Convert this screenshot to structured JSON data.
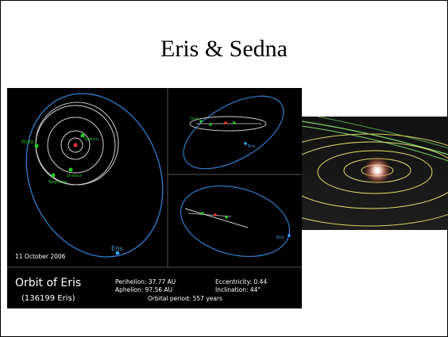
{
  "slide": {
    "title": "Eris & Sedna"
  },
  "orbit_figure": {
    "date": "11 October 2006",
    "heading": "Orbit of Eris",
    "designation": "(136199 Eris)",
    "perihelion": "Perihelion: 37.77 AU",
    "aphelion": "Aphelion: 97.56 AU",
    "eccentricity": "Eccentricity: 0.44",
    "inclination": "Inclination: 44°",
    "orbital_period": "Orbital period: 557 years",
    "planet_labels": {
      "pluto": "Pluto",
      "saturn": "Saturn",
      "uranus": "Uranus",
      "neptune": "Neptune",
      "eris": "Eris"
    },
    "colors": {
      "background": "#000000",
      "orbit_eris": "#2f7fd0",
      "orbit_planets": "#cfcfcf",
      "planet": "#22cc22",
      "sun": "#ff3030",
      "eris_marker": "#33aaff"
    }
  },
  "sedna_figure": {
    "colors": {
      "background": "#0a0a0a",
      "orbit": "#e6e070",
      "sedna_orbit": "#7fd46a",
      "sun_glow": "#ffd6c8"
    }
  }
}
